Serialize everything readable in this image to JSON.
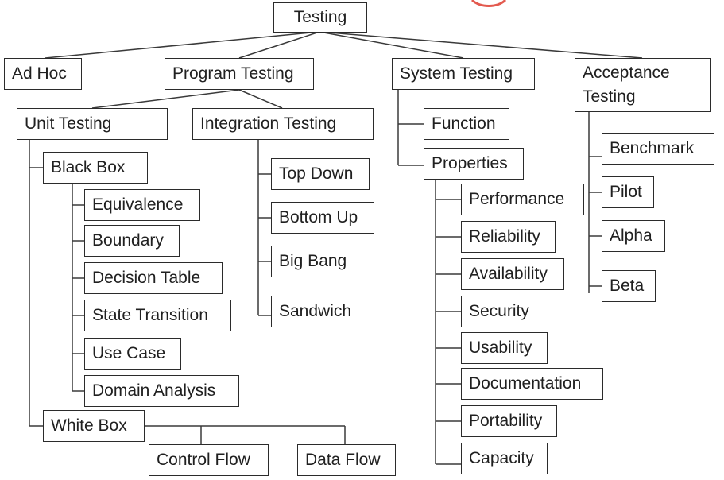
{
  "root": "Testing",
  "level1": {
    "ad_hoc": "Ad Hoc",
    "program": "Program Testing",
    "system": "System Testing",
    "acceptance": "Acceptance Testing"
  },
  "program": {
    "unit": "Unit Testing",
    "integration": "Integration Testing"
  },
  "unit": {
    "black_box": "Black Box",
    "white_box": "White Box"
  },
  "black_box_items": [
    "Equivalence",
    "Boundary",
    "Decision Table",
    "State Transition",
    "Use Case",
    "Domain Analysis"
  ],
  "white_box_items": [
    "Control Flow",
    "Data Flow"
  ],
  "integration_items": [
    "Top Down",
    "Bottom Up",
    "Big Bang",
    "Sandwich"
  ],
  "system": {
    "function": "Function",
    "properties": "Properties"
  },
  "properties_items": [
    "Performance",
    "Reliability",
    "Availability",
    "Security",
    "Usability",
    "Documentation",
    "Portability",
    "Capacity"
  ],
  "acceptance_items": [
    "Benchmark",
    "Pilot",
    "Alpha",
    "Beta"
  ],
  "colors": {
    "line": "#3a3a3a",
    "border": "#2b2b2b",
    "text": "#202020",
    "background": "#ffffff",
    "accent": "#e35a4f"
  }
}
